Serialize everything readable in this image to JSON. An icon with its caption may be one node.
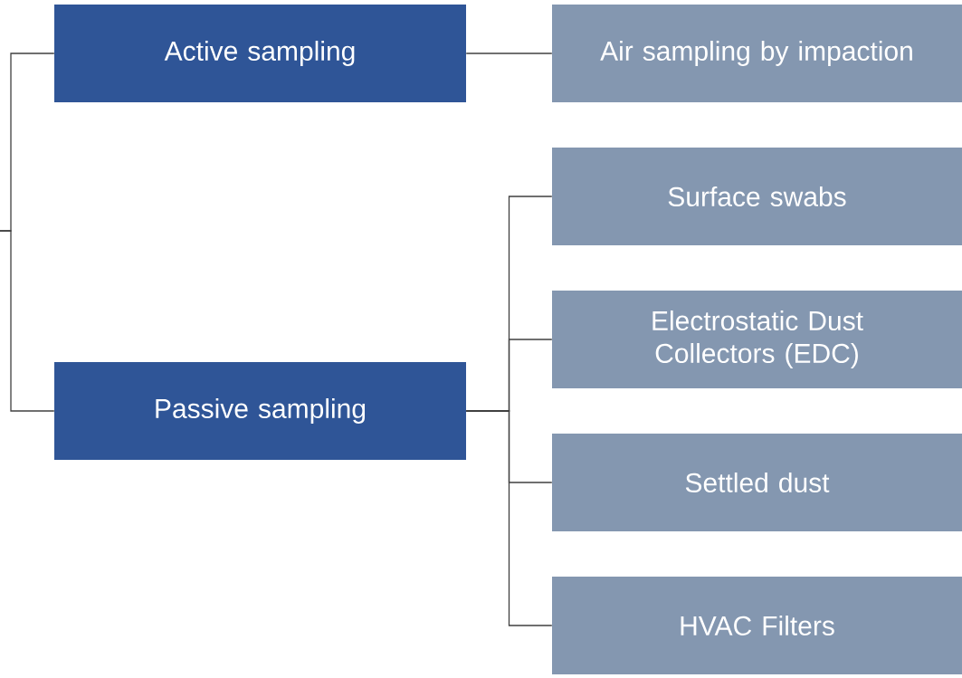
{
  "diagram": {
    "nodes": [
      {
        "text": [
          "Active sampling"
        ]
      },
      {
        "text": [
          "Passive sampling"
        ]
      },
      {
        "text": [
          "Air sampling by impaction"
        ]
      },
      {
        "text": [
          "Surface swabs"
        ]
      },
      {
        "text": [
          "Electrostatic Dust Collectors (EDC)"
        ]
      },
      {
        "text": [
          "Settled dust"
        ]
      },
      {
        "text": [
          "HVAC Filters"
        ]
      }
    ],
    "edges": [
      {
        "from": null,
        "to": 0,
        "arrow": "none"
      },
      {
        "from": null,
        "to": 1,
        "arrow": "none"
      },
      {
        "from": 0,
        "to": 2,
        "arrow": "none"
      },
      {
        "from": 1,
        "to": 3,
        "arrow": "none"
      },
      {
        "from": 1,
        "to": 4,
        "arrow": "none"
      },
      {
        "from": 1,
        "to": 5,
        "arrow": "none"
      },
      {
        "from": 1,
        "to": 6,
        "arrow": "none"
      }
    ]
  }
}
